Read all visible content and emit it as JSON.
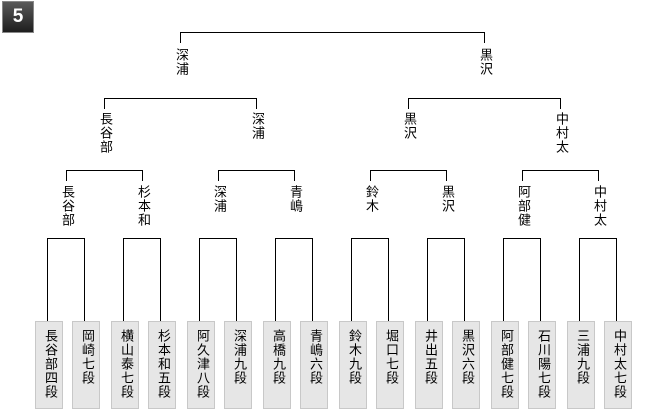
{
  "badge": "5",
  "players": [
    "長谷部四段",
    "岡崎七段",
    "横山泰七段",
    "杉本和五段",
    "阿久津八段",
    "深浦九段",
    "高橋九段",
    "青嶋六段",
    "鈴木九段",
    "堀口七段",
    "井出五段",
    "黒沢六段",
    "阿部健七段",
    "石川陽七段",
    "三浦九段",
    "中村太七段"
  ],
  "round1_winners": [
    "長谷部",
    "杉本和",
    "深浦",
    "青嶋",
    "鈴木",
    "黒沢",
    "阿部健",
    "中村太"
  ],
  "round2_winners": [
    "長谷部",
    "深浦",
    "黒沢",
    "中村太"
  ],
  "round3_winners": [
    "深浦",
    "黒沢"
  ],
  "finalists_label": "深浦"
}
